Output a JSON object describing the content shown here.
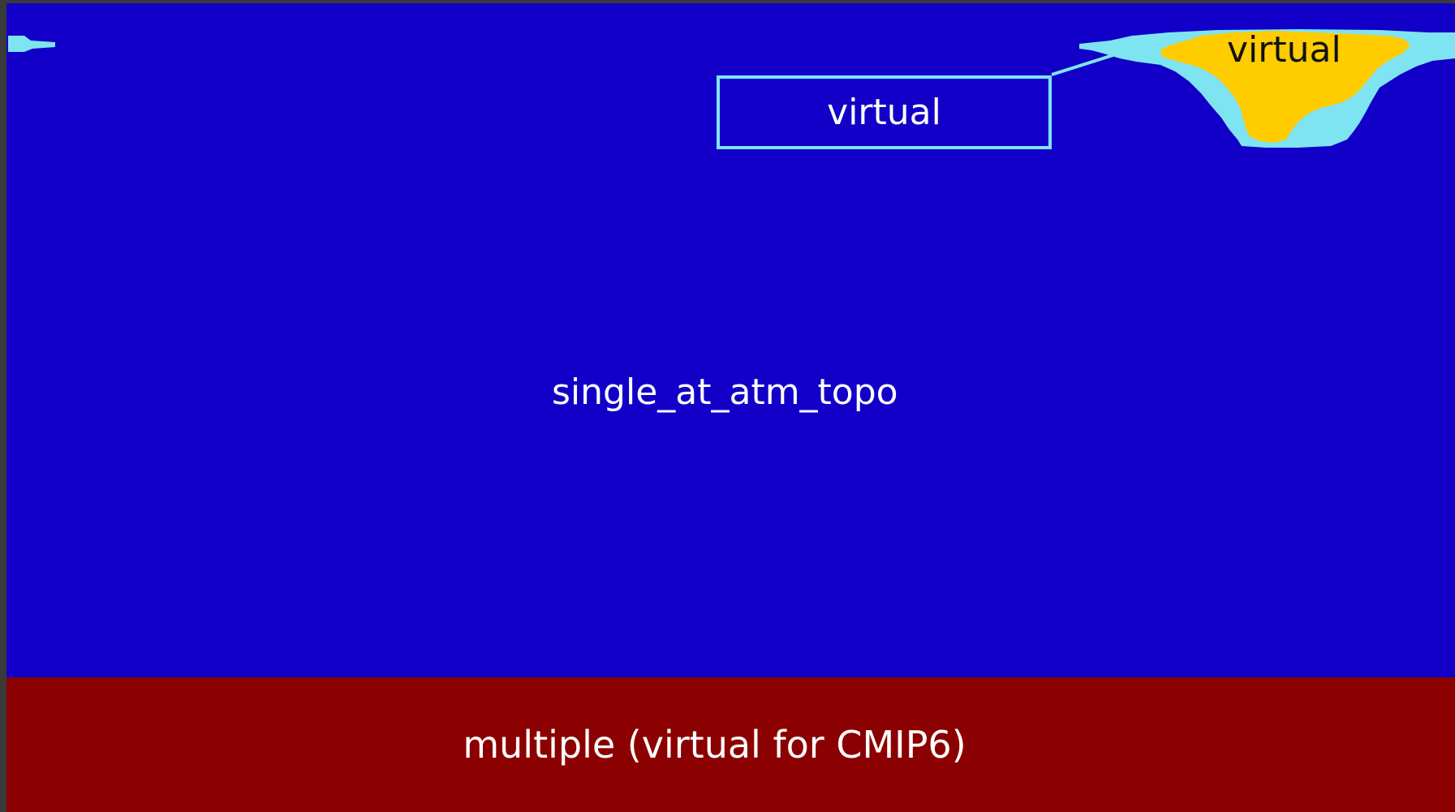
{
  "diagram": {
    "main_region_label": "single_at_atm_topo",
    "callout_label": "virtual",
    "island_label": "virtual",
    "bottom_band_label": "multiple (virtual for CMIP6)"
  },
  "colors": {
    "ocean": "#1200c8",
    "shallow_margin": "#7fe4f2",
    "land": "#ffcc00",
    "bottom_band": "#8b0000",
    "frame": "#3a3a3a"
  }
}
